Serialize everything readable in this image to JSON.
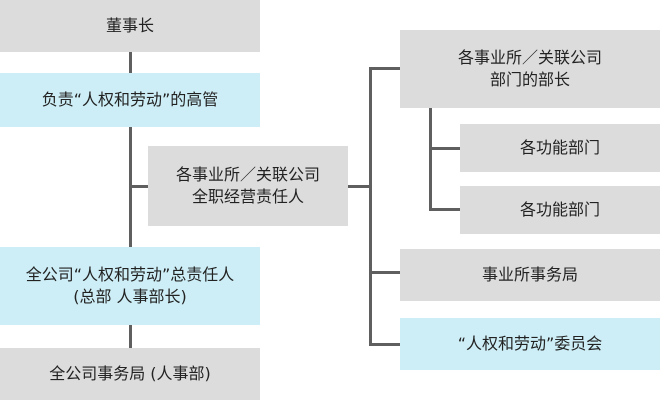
{
  "nodes": {
    "chairman": "董事长",
    "hr_exec": "负责“人权和劳动”的高管",
    "company_hr_head": "全公司“人权和劳动”总责任人\n(总部 人事部长)",
    "company_office": "全公司事务局 (人事部)",
    "fulltime_manager": "各事业所／关联公司\n全职经营责任人",
    "dept_head": "各事业所／关联公司\n部门的部长",
    "function_dept_1": "各功能部门",
    "function_dept_2": "各功能部门",
    "site_office": "事业所事务局",
    "hr_committee": "“人权和劳动”委员会"
  },
  "colors": {
    "gray_box": "#dcdcdc",
    "blue_box": "#cdeef6",
    "connector": "#5f5f5f"
  }
}
